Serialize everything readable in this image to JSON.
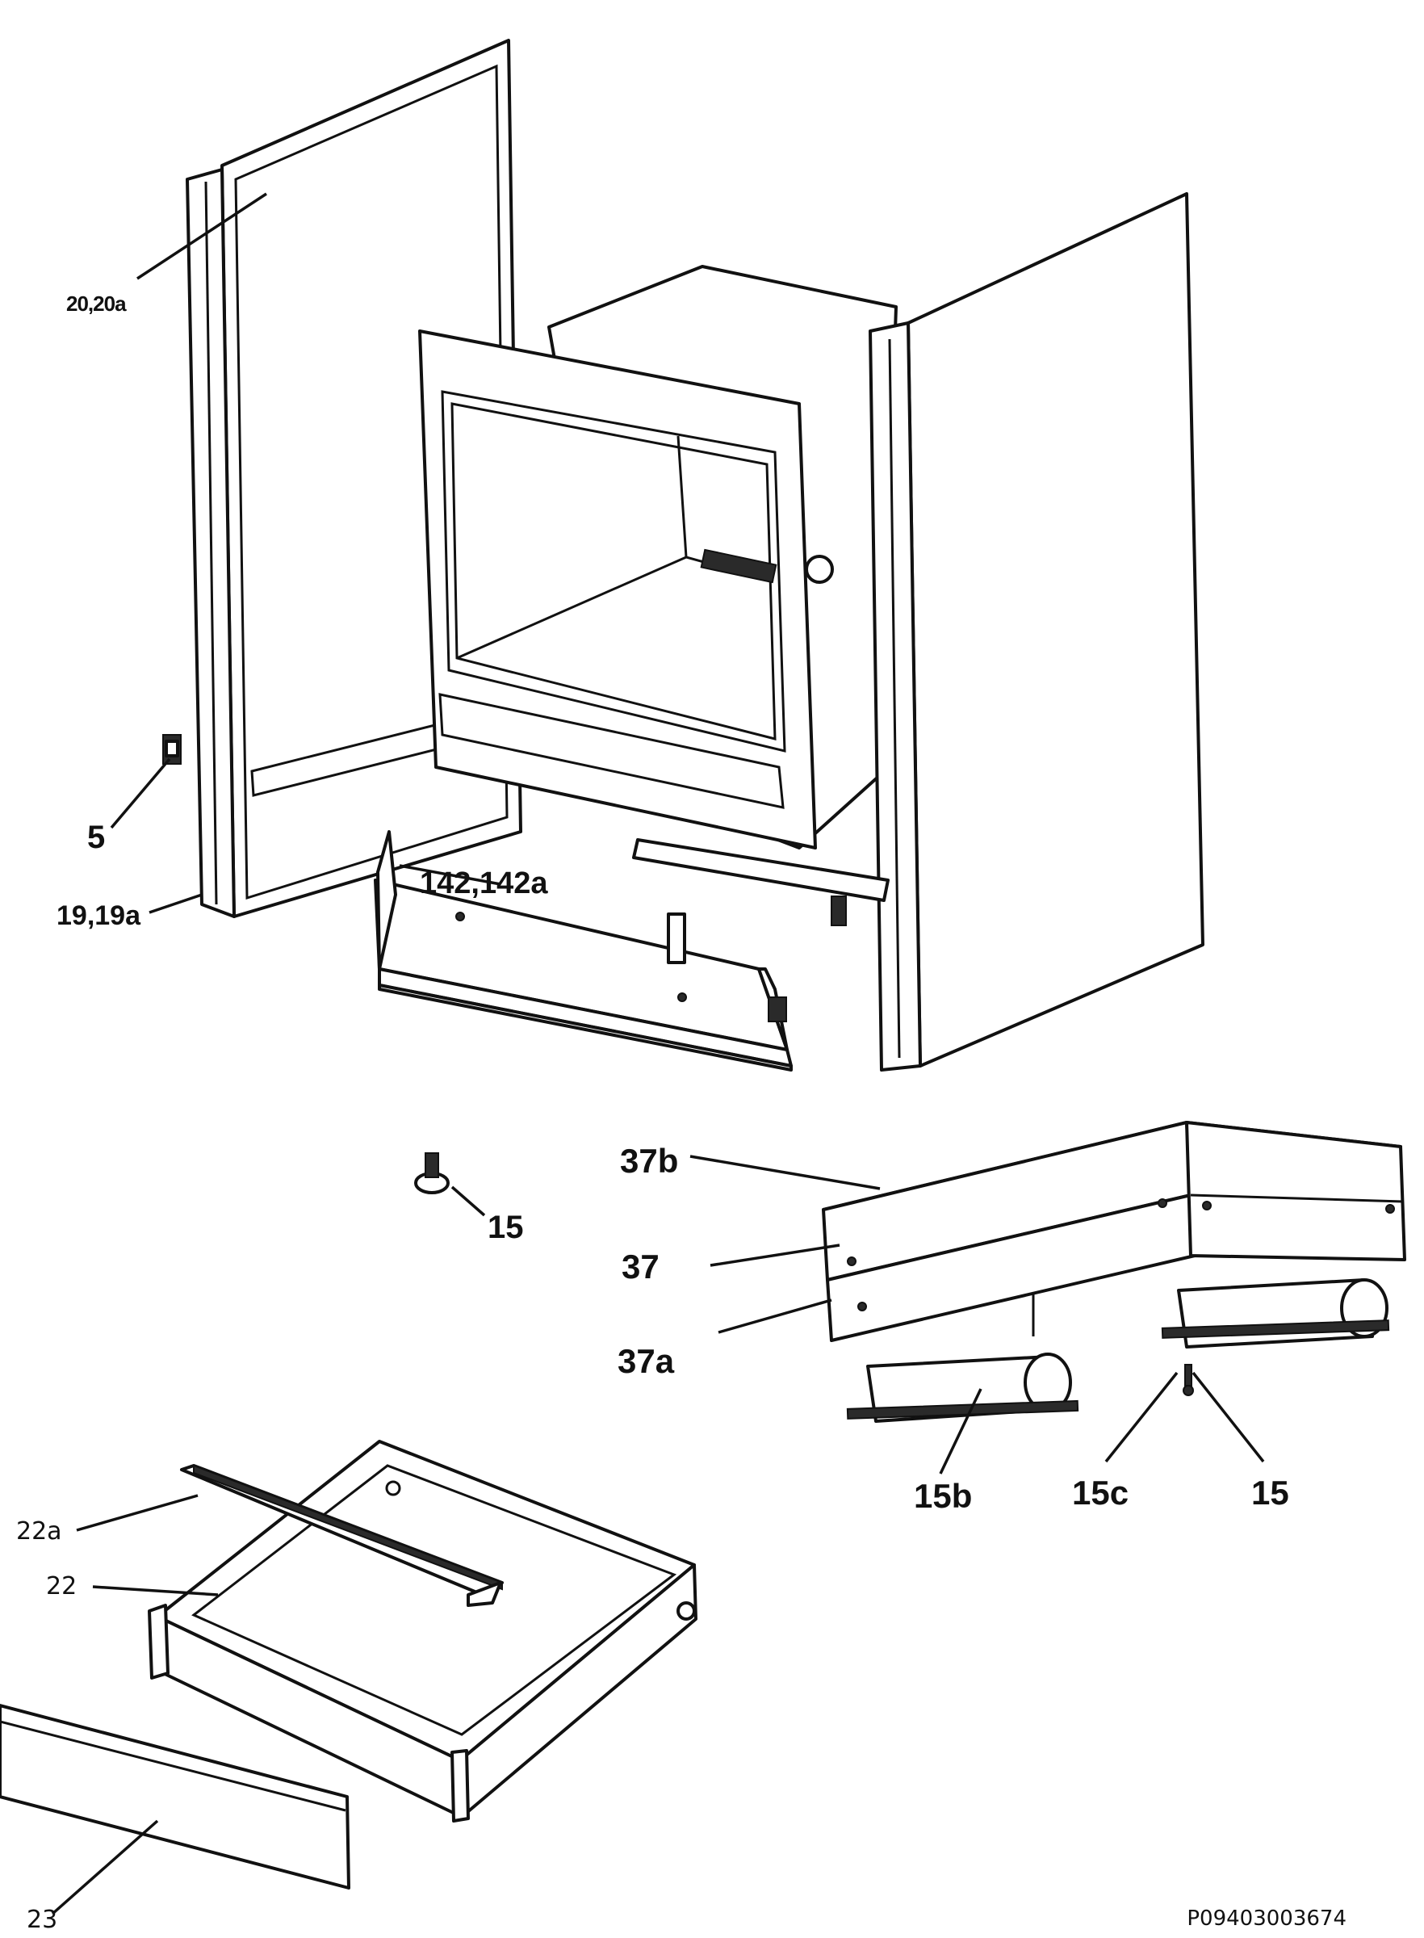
{
  "callouts": {
    "panel_left": "20,20a",
    "hinge_clip": "5",
    "frame_left": "19,19a",
    "kick_plate": "142,142a",
    "foot_single": "15",
    "base_top": "37b",
    "base_mid": "37",
    "base_bottom": "37a",
    "wheel_unit": "15b",
    "wheel_pin": "15c",
    "foot_rear": "15",
    "drawer_rail": "22a",
    "drawer": "22",
    "drawer_front": "23"
  },
  "drawing_code": "P09403003674"
}
